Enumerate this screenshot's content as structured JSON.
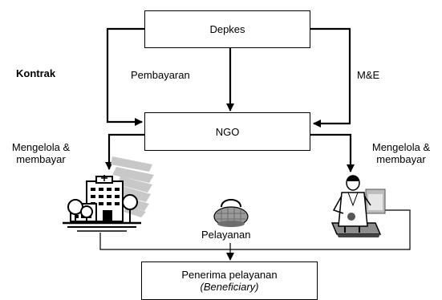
{
  "nodes": {
    "depkes": "Depkes",
    "ngo": "NGO",
    "beneficiary_line1": "Penerima pelayanan",
    "beneficiary_line2": "(Beneficiary)"
  },
  "labels": {
    "kontrak": "Kontrak",
    "pembayaran": "Pembayaran",
    "me": "M&E",
    "left_manage_line1": "Mengelola &",
    "left_manage_line2": "membayar",
    "right_manage_line1": "Mengelola &",
    "right_manage_line2": "membayar",
    "pelayanan": "Pelayanan"
  },
  "icons": {
    "left": "hospital-building-clipart",
    "center": "handbag-clipart",
    "right": "doctor-with-scale-clipart"
  }
}
